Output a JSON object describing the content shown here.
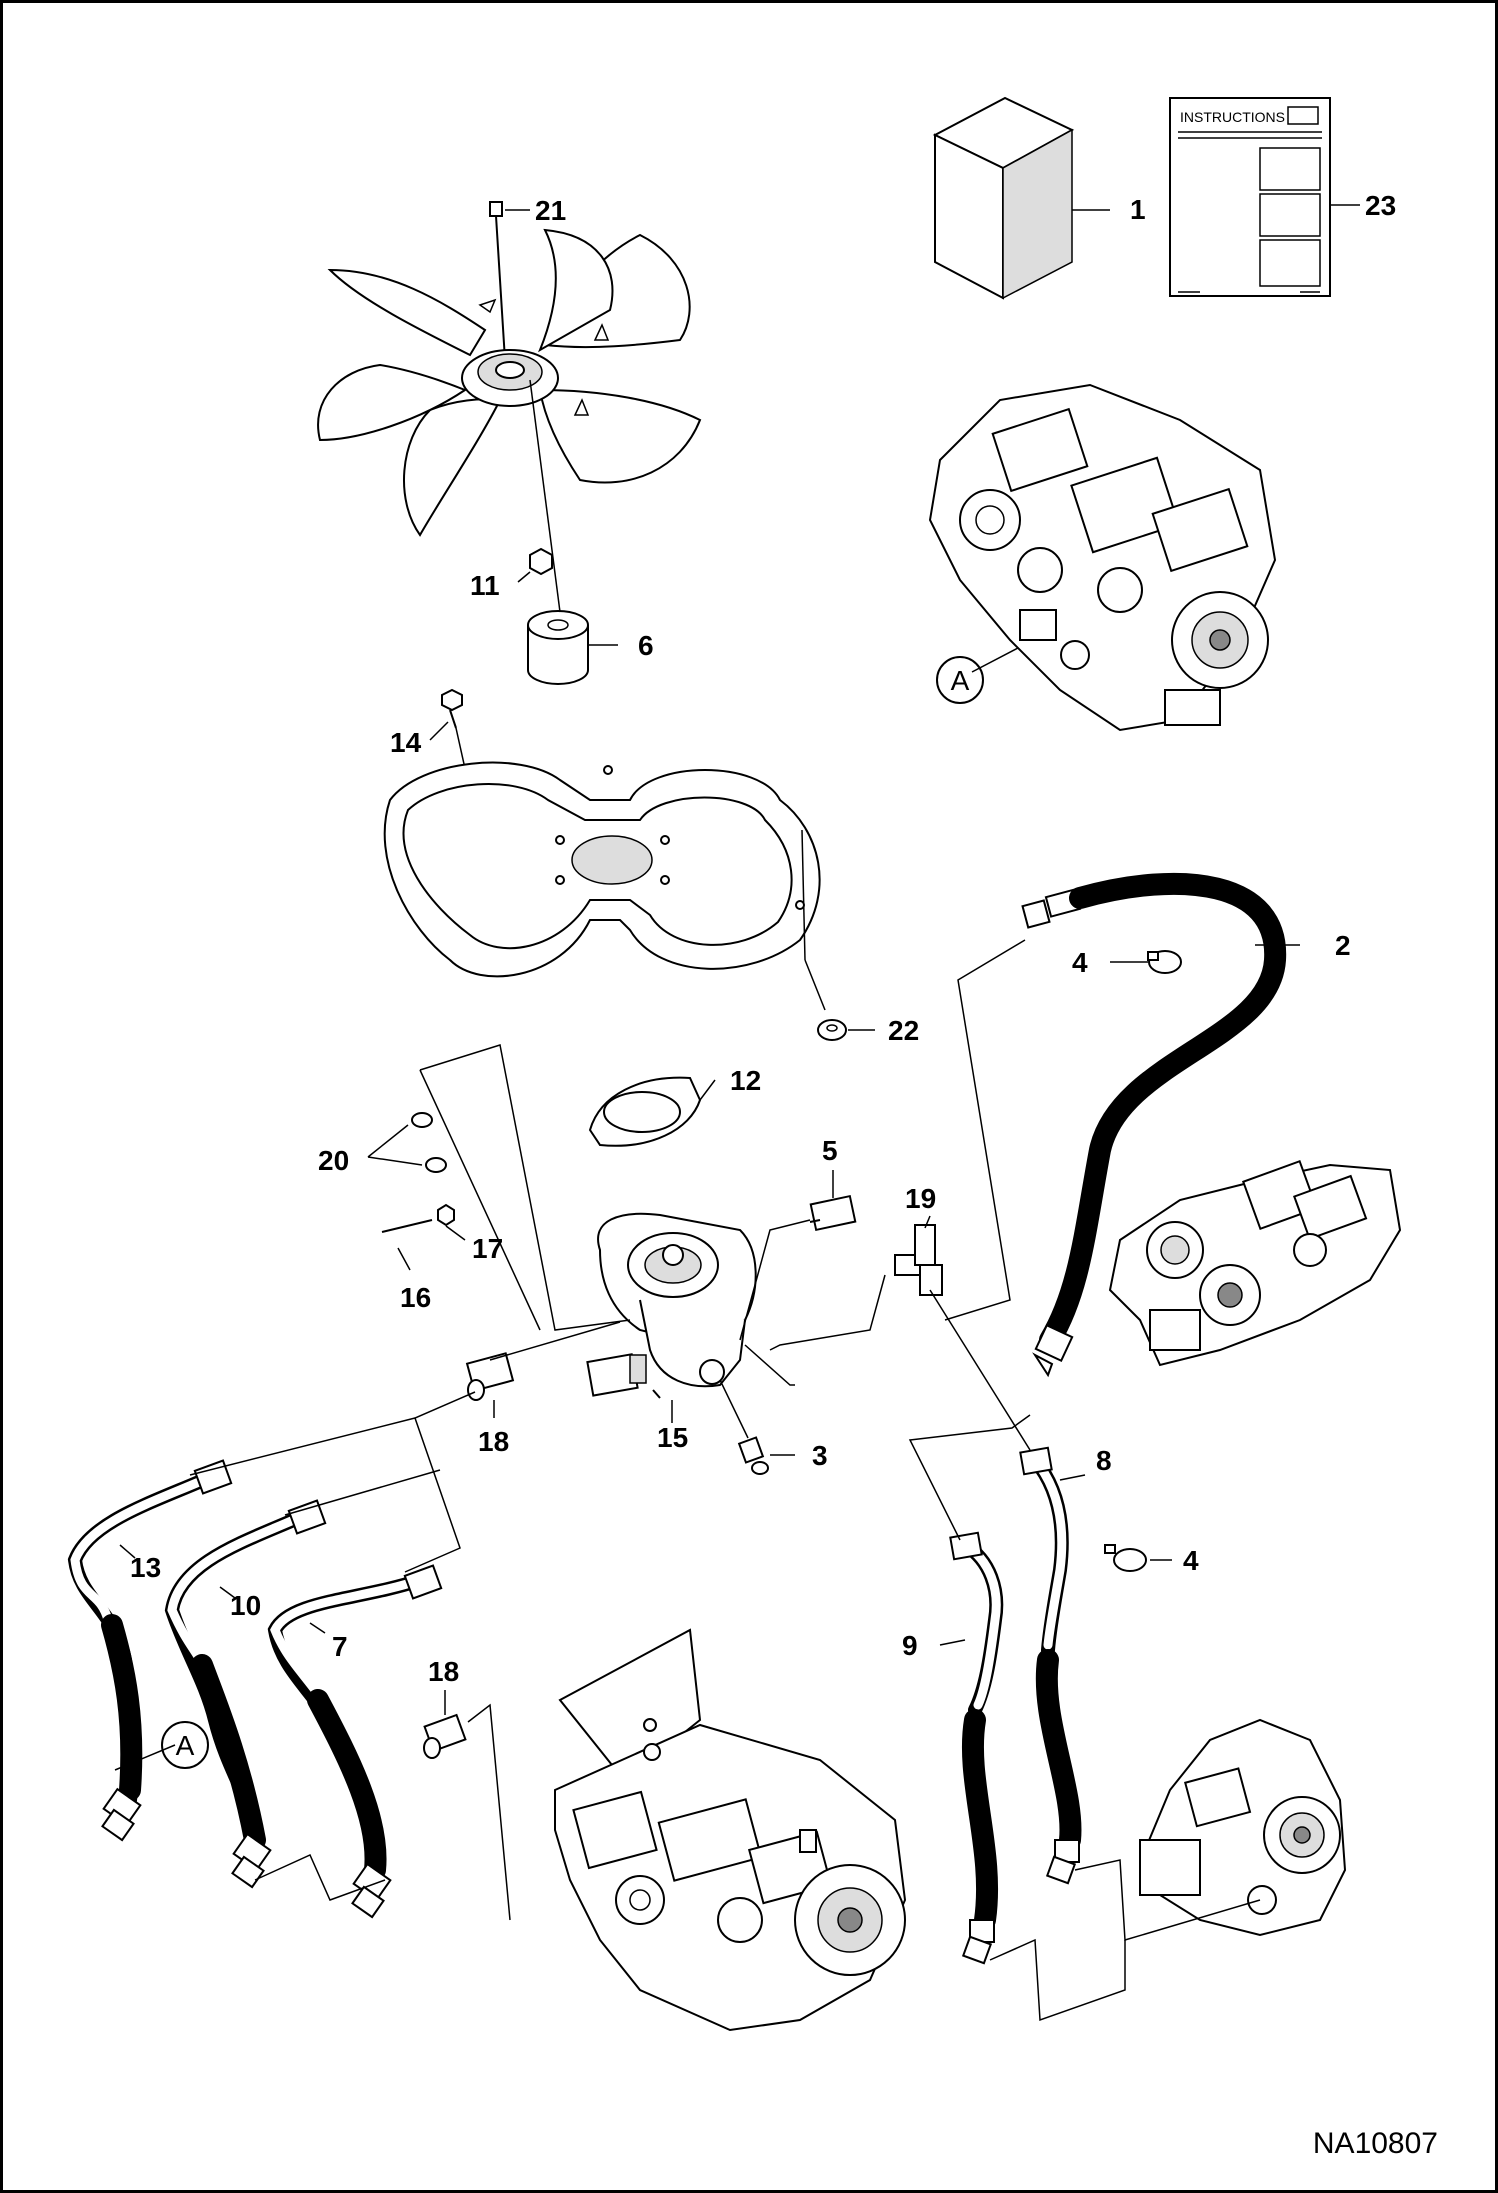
{
  "diagram": {
    "drawing_id": "NA10807",
    "instructions_heading": "INSTRUCTIONS",
    "detail_marker": "A",
    "callouts": {
      "c1": "1",
      "c2": "2",
      "c3": "3",
      "c4a": "4",
      "c4b": "4",
      "c5": "5",
      "c6": "6",
      "c7": "7",
      "c8": "8",
      "c9": "9",
      "c10": "10",
      "c11": "11",
      "c12": "12",
      "c13": "13",
      "c14": "14",
      "c15": "15",
      "c16": "16",
      "c17": "17",
      "c18a": "18",
      "c18b": "18",
      "c19": "19",
      "c20": "20",
      "c21": "21",
      "c22": "22",
      "c23": "23"
    }
  }
}
